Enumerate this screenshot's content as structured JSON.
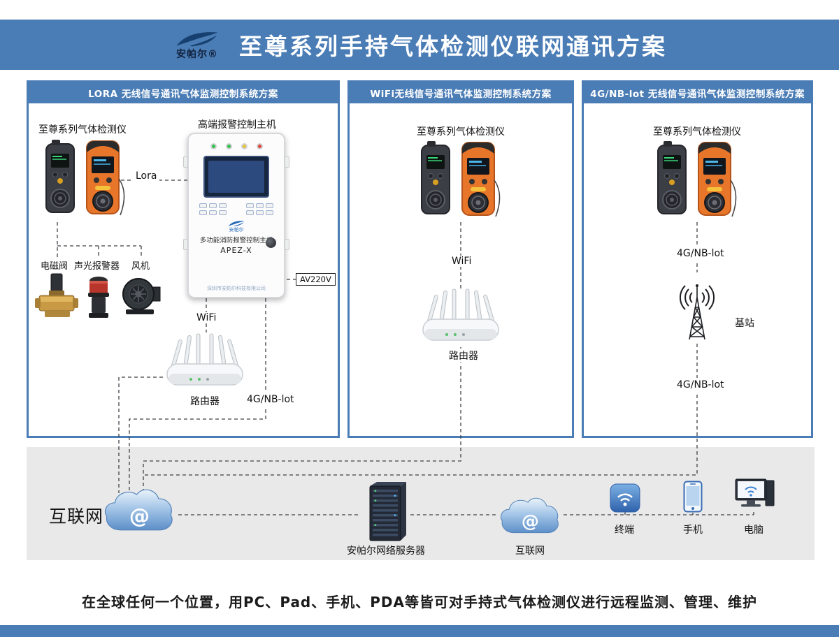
{
  "header": {
    "logo_text": "安帕尔",
    "logo_reg": "®",
    "title": "至尊系列手持气体检测仪联网通讯方案"
  },
  "panels": [
    {
      "title": "LORA 无线信号通讯气体监测控制系统方案",
      "detectors_label": "至尊系列气体检测仪",
      "host_label": "高端报警控制主机",
      "link_label": "Lora",
      "valve_label": "电磁阀",
      "alarm_label": "声光报警器",
      "fan_label": "风机",
      "power_label": "AV220V",
      "wifi_label": "WiFi",
      "router_label": "路由器",
      "cell_label": "4G/NB-lot",
      "host": {
        "brand": "安帕尔",
        "name": "多功能消防报警控制主机",
        "model": "APEZ-X",
        "company": "深圳市安帕尔科技有限公司"
      }
    },
    {
      "title": "WiFi无线信号通讯气体监测控制系统方案",
      "detectors_label": "至尊系列气体检测仪",
      "wifi_label": "WiFi",
      "router_label": "路由器"
    },
    {
      "title": "4G/NB-lot 无线信号通讯气体监测控制系统方案",
      "detectors_label": "至尊系列气体检测仪",
      "cell_label_top": "4G/NB-lot",
      "station_label": "基站",
      "cell_label_bottom": "4G/NB-lot"
    }
  ],
  "network": {
    "internet_label": "互联网",
    "cloud_at": "@",
    "server_label": "安帕尔网络服务器",
    "internet2_label": "互联网",
    "terminal_label": "终端",
    "phone_label": "手机",
    "pc_label": "电脑"
  },
  "caption": "在全球任何一个位置，用PC、Pad、手机、PDA等皆可对手持式气体检测仪进行远程监测、管理、维护",
  "colors": {
    "theme_blue": "#4a7cb5",
    "band_gray": "#e9e9e9",
    "detector_orange": "#e8762a"
  }
}
